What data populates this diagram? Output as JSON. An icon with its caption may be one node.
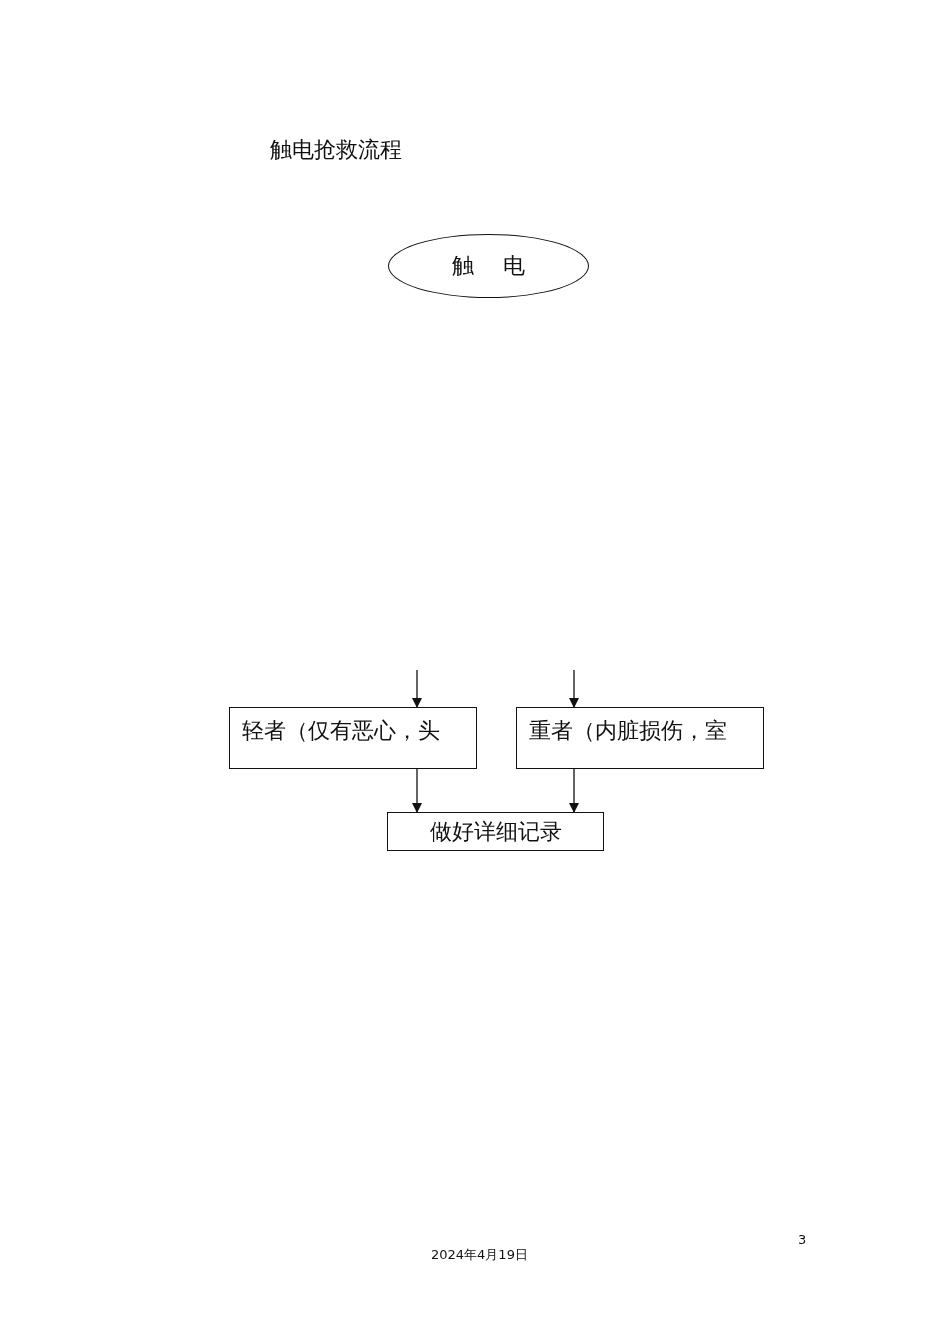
{
  "diagram": {
    "title": "触电抢救流程",
    "nodes": [
      {
        "text": [
          "触 电"
        ]
      },
      {
        "text": [
          "轻者（仅有恶心，头"
        ]
      },
      {
        "text": [
          "重者（内脏损伤，室"
        ]
      },
      {
        "text": [
          "做好详细记录"
        ]
      }
    ],
    "edges": [
      {
        "from": null,
        "to": 1,
        "arrow": "to"
      },
      {
        "from": null,
        "to": 2,
        "arrow": "to"
      },
      {
        "from": 1,
        "to": 3,
        "arrow": "to"
      },
      {
        "from": 2,
        "to": 3,
        "arrow": "to"
      }
    ],
    "labels": [
      "3",
      "2024年4月19日"
    ]
  }
}
